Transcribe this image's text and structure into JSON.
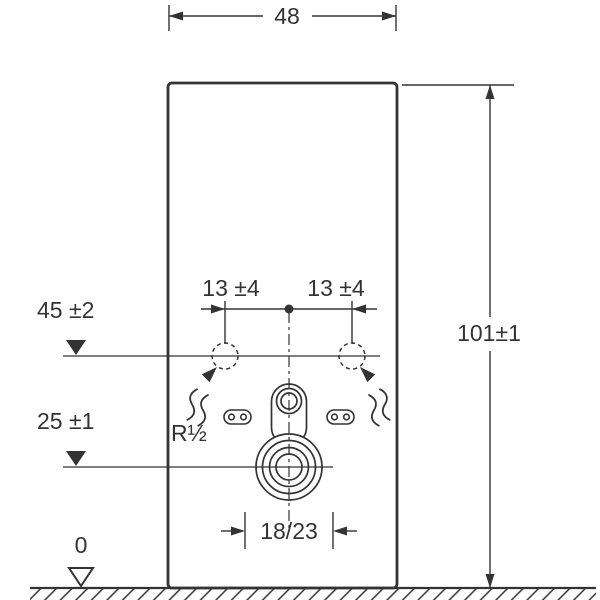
{
  "diagram": {
    "dim_width": "48",
    "dim_height": "101±1",
    "level_top": "45 ±2",
    "level_mid": "25 ±1",
    "level_zero": "0",
    "offset_left": "13 ±4",
    "offset_right": "13 ±4",
    "thread_label": "R½",
    "drain_offset": "18/23",
    "colors": {
      "line": "#333333",
      "background": "#ffffff"
    }
  }
}
